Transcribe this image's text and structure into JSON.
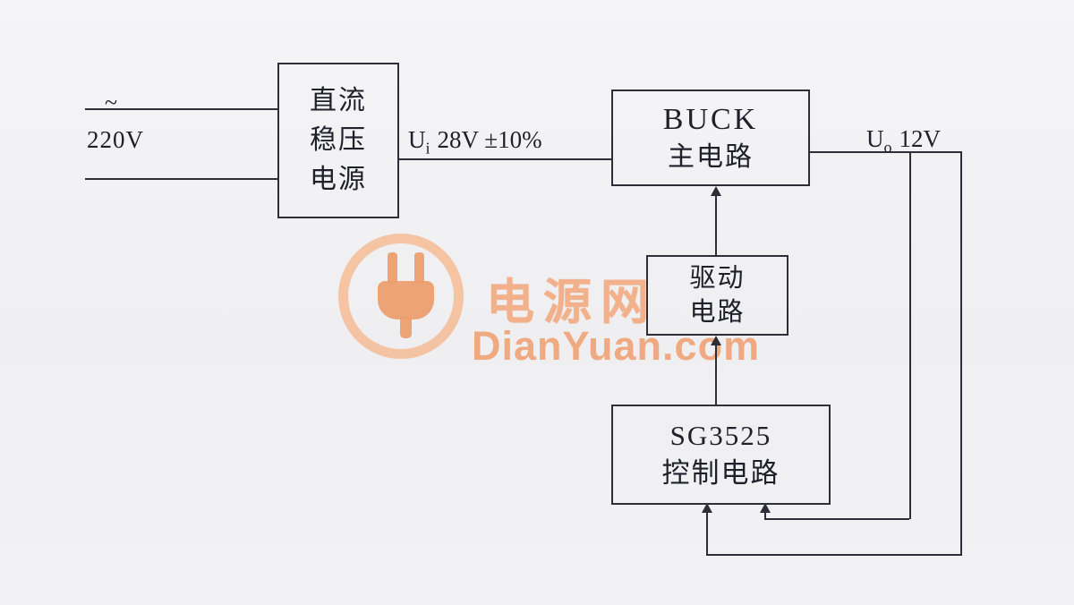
{
  "diagram": {
    "source_input": {
      "ac_symbol": "~",
      "voltage": "220V"
    },
    "blocks": {
      "power_supply": {
        "line1": "直流",
        "line2": "稳压",
        "line3": "电源"
      },
      "buck": {
        "line1": "BUCK",
        "line2": "主电路"
      },
      "driver": {
        "line1": "驱动",
        "line2": "电路"
      },
      "controller": {
        "line1": "SG3525",
        "line2": "控制电路"
      }
    },
    "labels": {
      "input_voltage": {
        "base": "U",
        "sub": "i",
        "value": "28V ±10%"
      },
      "output_voltage": {
        "base": "U",
        "sub": "o",
        "value": "12V"
      }
    },
    "watermark": {
      "brand": "电源网",
      "site": "DianYuan.com"
    },
    "colors": {
      "line": "#2e2e38",
      "watermark_orange": "#efa173",
      "background": "#f1f1f4"
    }
  }
}
